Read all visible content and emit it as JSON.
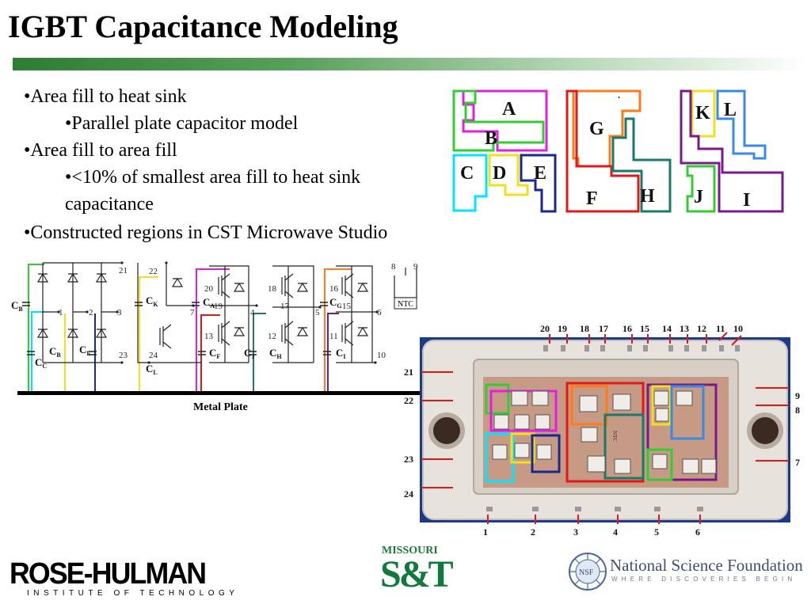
{
  "slide": {
    "title": "IGBT Capacitance Modeling",
    "bullets": [
      {
        "level": 1,
        "text": "•Area fill to heat sink"
      },
      {
        "level": 2,
        "text": "•Parallel plate capacitor model"
      },
      {
        "level": 1,
        "text": "•Area fill to area fill"
      },
      {
        "level": 2,
        "text": "•<10% of smallest area fill to heat sink"
      },
      {
        "level": 2,
        "text": "capacitance"
      },
      {
        "level": 1,
        "text": "•Constructed regions in CST Microwave Studio"
      }
    ]
  },
  "regions": {
    "labels": [
      "A",
      "B",
      "C",
      "D",
      "E",
      "G",
      "F",
      "H",
      "K",
      "L",
      "J",
      "I"
    ],
    "dot": "."
  },
  "schematic": {
    "caption": "Metal Plate",
    "node_labels": [
      "21",
      "1",
      "2",
      "3",
      "23",
      "22",
      "7",
      "24",
      "20",
      "19",
      "13",
      "4",
      "18",
      "17",
      "5",
      "12",
      "16",
      "15",
      "6",
      "11",
      "10",
      "8",
      "9"
    ],
    "ntc_label": "NTC",
    "cap_labels": {
      "CB": {
        "main": "C",
        "sub": "B"
      },
      "CB2": {
        "main": "C",
        "sub": "B"
      },
      "CC": {
        "main": "C",
        "sub": "C"
      },
      "CE": {
        "main": "C",
        "sub": "E"
      },
      "CK": {
        "main": "C",
        "sub": "K"
      },
      "CL": {
        "main": "C",
        "sub": "L"
      },
      "CA": {
        "main": "C",
        "sub": "A"
      },
      "CF": {
        "main": "C",
        "sub": "F"
      },
      "CJ": {
        "main": "C",
        "sub": "J"
      },
      "CH": {
        "main": "C",
        "sub": "H"
      },
      "CG": {
        "main": "C",
        "sub": "G"
      },
      "CI": {
        "main": "C",
        "sub": "I"
      }
    }
  },
  "photo": {
    "top_pins": [
      "20",
      "19",
      "18",
      "17",
      "16",
      "15",
      "14",
      "13",
      "12",
      "11",
      "10"
    ],
    "left_pins": [
      "21",
      "22",
      "23",
      "24"
    ],
    "right_pins": [
      "9",
      "8",
      "7"
    ],
    "bottom_pins": [
      "1",
      "2",
      "3",
      "4",
      "5",
      "6"
    ],
    "chip_label": "NTC"
  },
  "logos": {
    "rose_hulman": {
      "name": "ROSE-HULMAN",
      "tagline": "INSTITUTE OF TECHNOLOGY"
    },
    "missouri_st": {
      "top": "MISSOURI",
      "main": "S&T"
    },
    "nsf": {
      "name": "National Science Foundation",
      "tagline": "WHERE DISCOVERIES BEGIN",
      "seal": "NSF"
    }
  },
  "colors": {
    "title_bar_green": "#2e7d32",
    "region_magenta": "#e020e0",
    "region_green": "#33cc33",
    "region_cyan": "#00e5ff",
    "region_yellow": "#f0e020",
    "region_navy": "#1a2a8c",
    "region_orange": "#ff7a1a",
    "region_red": "#e01818",
    "region_teal": "#1a7a6a",
    "region_purple": "#7a1a8a",
    "region_blue": "#3a8ae0",
    "photo_frame_blue": "#1a3b8a",
    "mst_green": "#0f7a3c",
    "nsf_blue": "#3d4f74"
  }
}
